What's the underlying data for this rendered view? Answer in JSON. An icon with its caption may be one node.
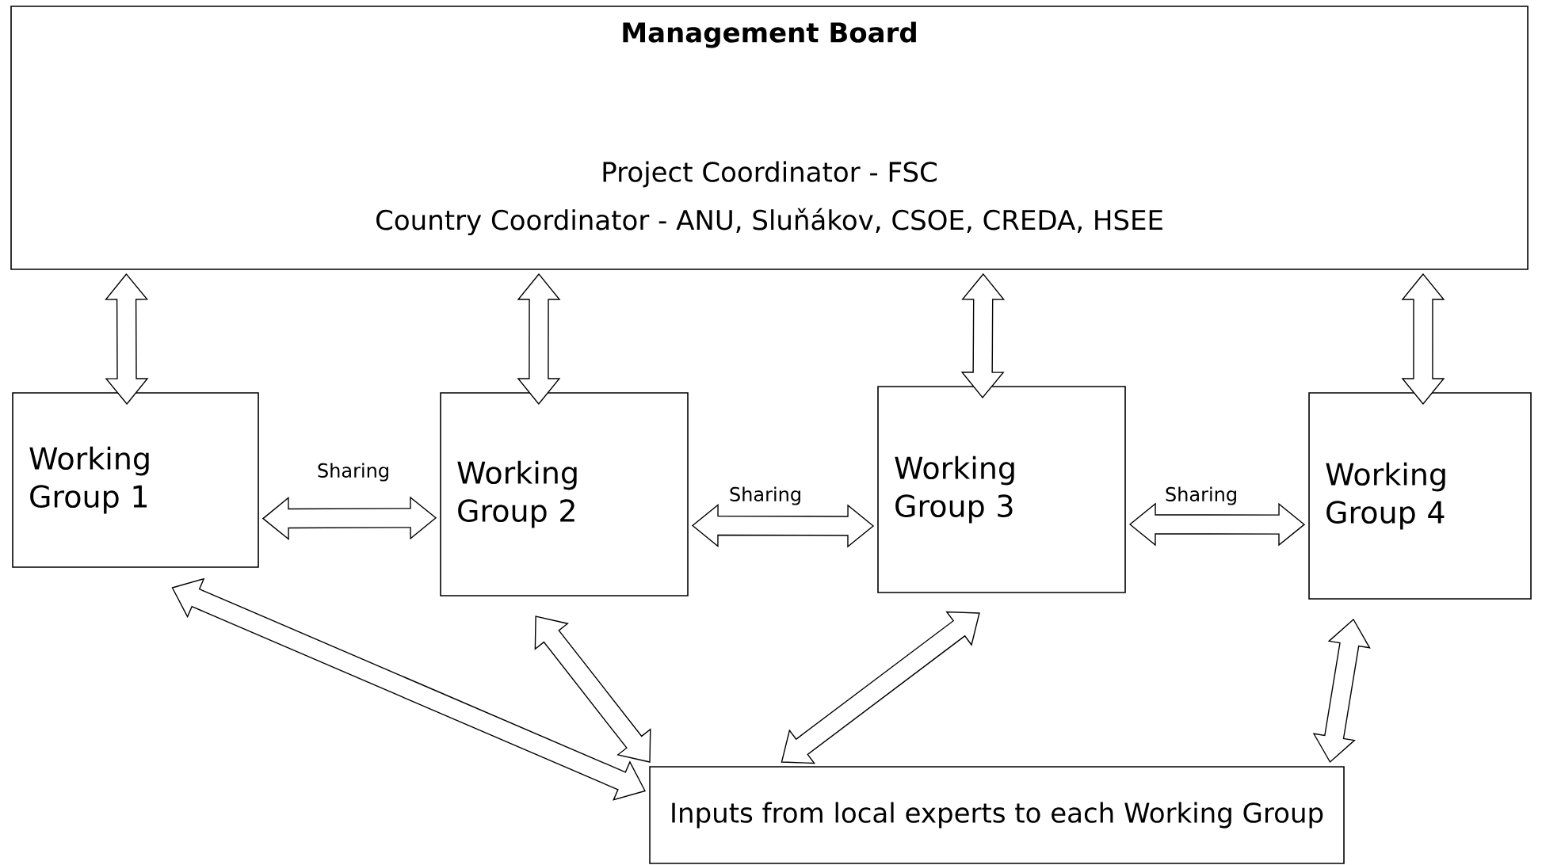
{
  "diagram": {
    "nodes": [
      {
        "text": [
          "Management Board",
          "Project Coordinator - FSC",
          "Country Coordinator - ANU, Sluňákov, CSOE, CREDA, HSEE"
        ]
      },
      {
        "text": [
          "Working Group 1"
        ]
      },
      {
        "text": [
          "Working Group 2"
        ]
      },
      {
        "text": [
          "Working Group 3"
        ]
      },
      {
        "text": [
          "Working Group 4"
        ]
      },
      {
        "text": [
          "Inputs from local experts to each Working Group"
        ]
      }
    ],
    "edges": [
      {
        "from": 0,
        "to": 1,
        "arrow": "both"
      },
      {
        "from": 0,
        "to": 2,
        "arrow": "both"
      },
      {
        "from": 0,
        "to": 3,
        "arrow": "both"
      },
      {
        "from": 0,
        "to": 4,
        "arrow": "both"
      },
      {
        "from": 1,
        "to": 2,
        "arrow": "both",
        "label": "Sharing"
      },
      {
        "from": 2,
        "to": 3,
        "arrow": "both",
        "label": "Sharing"
      },
      {
        "from": 3,
        "to": 4,
        "arrow": "both",
        "label": "Sharing"
      },
      {
        "from": 1,
        "to": 5,
        "arrow": "both"
      },
      {
        "from": 2,
        "to": 5,
        "arrow": "both"
      },
      {
        "from": 3,
        "to": 5,
        "arrow": "both"
      },
      {
        "from": 4,
        "to": 5,
        "arrow": "both"
      }
    ]
  }
}
